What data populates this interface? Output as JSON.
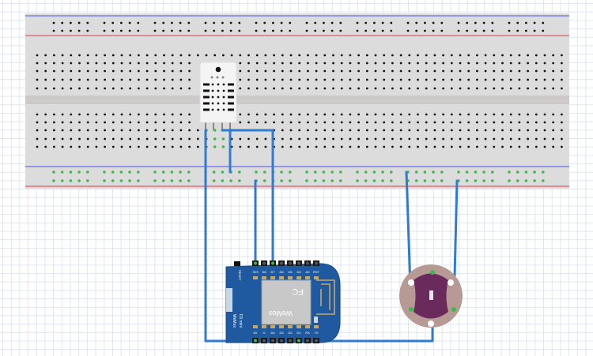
{
  "diagram": {
    "type": "fritzing-breadboard-view",
    "breadboard": {
      "name": "Full-size breadboard",
      "rail_rows": 2,
      "terminal_rows_per_half": 5,
      "columns": 63,
      "colors": {
        "body": "#dcdcdc",
        "channel": "#cdc9c9",
        "rail_plus": "#e0707a",
        "rail_minus": "#7b7fe8",
        "hole": "#111111",
        "hole_connected": "#3cba4a"
      }
    },
    "components": [
      {
        "id": "dht22",
        "name": "DHT22 temperature/humidity sensor",
        "pins": 4,
        "color": "#f4f4f4"
      },
      {
        "id": "wemos-d1-mini",
        "name": "WeMos D1 mini",
        "board_label": "D1 mini",
        "brand": "WeMos",
        "reset_label": "RESET",
        "shield_mark": "FC",
        "top_pins": [
          "3V3",
          "D8",
          "D7",
          "D6",
          "D5",
          "D0",
          "A0",
          "RST"
        ],
        "bottom_pins": [
          "5V",
          "G",
          "D4",
          "D3",
          "D2",
          "D1",
          "RX",
          "TX"
        ],
        "color": "#1f5aa0"
      },
      {
        "id": "sensor-module",
        "name": "Round purple breakout (3-pin)",
        "pins": 3,
        "color": "#6b2a5c",
        "ring_color": "#b79a94"
      }
    ],
    "wires": [
      {
        "id": "w1",
        "from": "DHT22 pin 1",
        "to": "WeMos 5V",
        "color": "#2f7bd2"
      },
      {
        "id": "w2",
        "from": "DHT22 pin 3",
        "to": "WeMos D7",
        "color": "#2f7bd2"
      },
      {
        "id": "w3",
        "from": "DHT22 pin 4",
        "to": "bottom rail",
        "color": "#2f7bd2"
      },
      {
        "id": "w4",
        "from": "bottom rail",
        "to": "WeMos 3V3",
        "color": "#2f7bd2"
      },
      {
        "id": "w5",
        "from": "bottom rail",
        "to": "module pin left",
        "color": "#2f7bd2"
      },
      {
        "id": "w6",
        "from": "bottom rail",
        "to": "module pin right",
        "color": "#2f7bd2"
      },
      {
        "id": "w7",
        "from": "WeMos 5V",
        "to": "module pin center",
        "color": "#2f7bd2"
      }
    ]
  }
}
